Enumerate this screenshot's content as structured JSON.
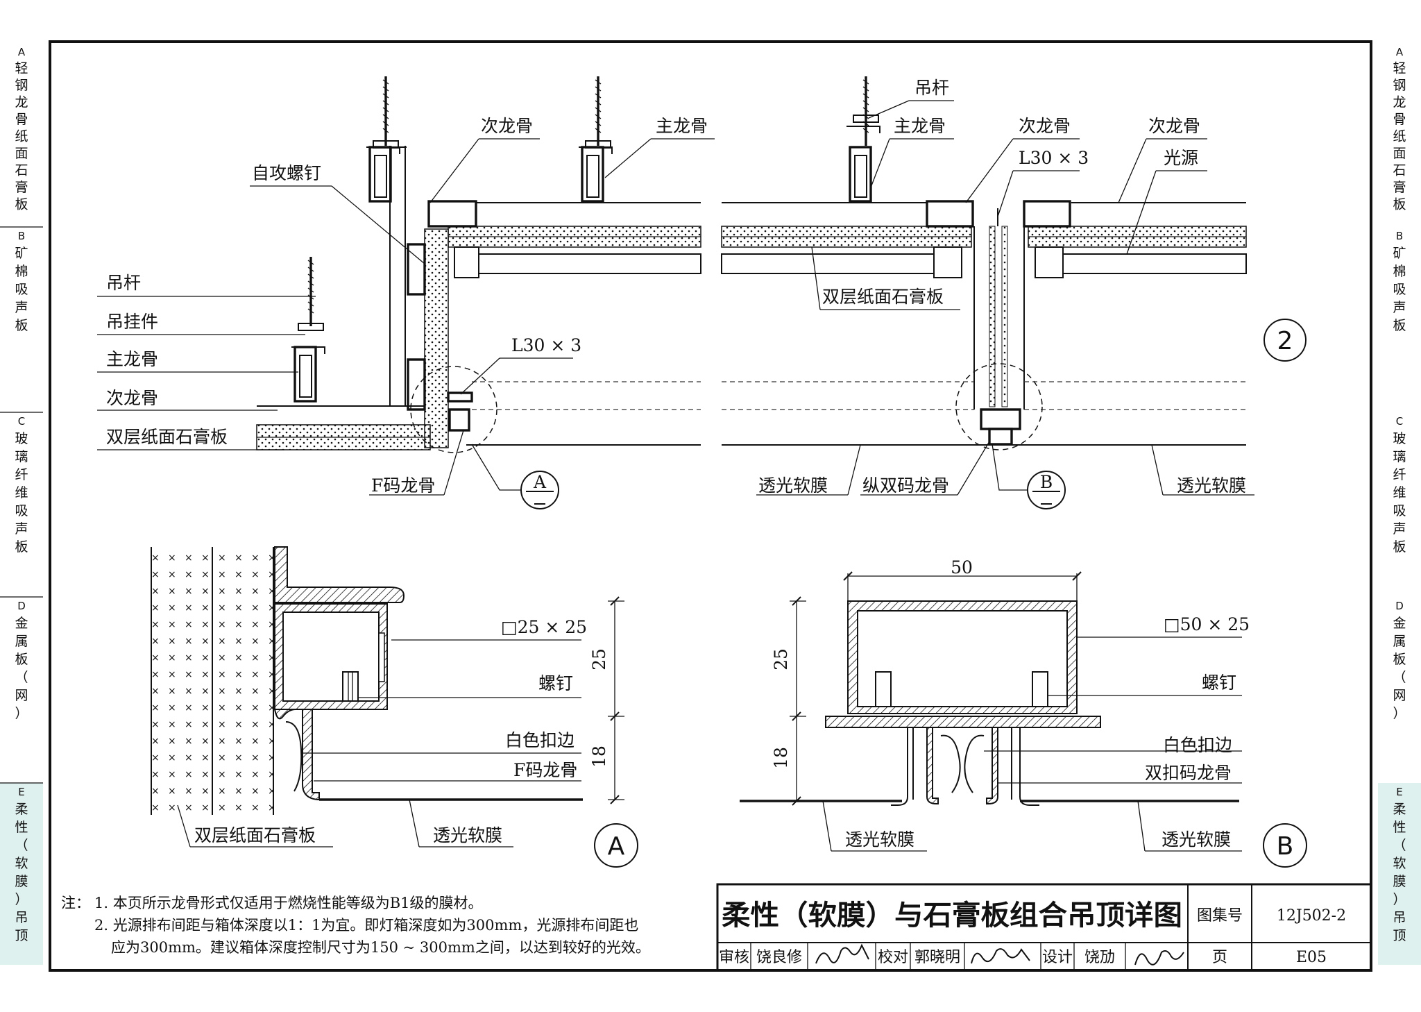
{
  "side_tabs": [
    {
      "letter": "A",
      "text": "轻钢龙骨纸面石膏板"
    },
    {
      "letter": "B",
      "text": "矿棉吸声板"
    },
    {
      "letter": "C",
      "text": "玻璃纤维吸声板"
    },
    {
      "letter": "D",
      "text": "金属板（网）"
    },
    {
      "letter": "E",
      "text": "柔性（软膜）吊顶"
    }
  ],
  "active_tab": "E",
  "colors": {
    "active_tab_bg": "#dff1ef",
    "line": "#111111"
  },
  "detail1": {
    "labels": {
      "rod": "吊杆",
      "hanger": "吊挂件",
      "main_keel_left": "主龙骨",
      "sub_keel_left": "次龙骨",
      "board_left": "双层纸面石膏板",
      "self_tap_screw": "自攻螺钉",
      "sub_keel_top": "次龙骨",
      "main_keel_top": "主龙骨",
      "angle": "L30 × 3",
      "f_keel": "F码龙骨",
      "callout": "A"
    }
  },
  "detail2": {
    "labels": {
      "rod": "吊杆",
      "main_keel": "主龙骨",
      "sub_keel_1": "次龙骨",
      "sub_keel_2": "次龙骨",
      "angle": "L30 × 3",
      "light": "光源",
      "board": "双层纸面石膏板",
      "film_left": "透光软膜",
      "double_keel": "纵双码龙骨",
      "film_right": "透光软膜",
      "callout": "B",
      "number": "2"
    }
  },
  "detailA": {
    "tube": "□25 × 25",
    "screw": "螺钉",
    "edge": "白色扣边",
    "f_keel": "F码龙骨",
    "board": "双层纸面石膏板",
    "film": "透光软膜",
    "dim_upper": "25",
    "dim_lower": "18",
    "mark": "A"
  },
  "detailB": {
    "width": "50",
    "tube": "□50 × 25",
    "screw": "螺钉",
    "edge": "白色扣边",
    "keel": "双扣码龙骨",
    "film_left": "透光软膜",
    "film_right": "透光软膜",
    "dim_upper": "25",
    "dim_lower": "18",
    "mark": "B"
  },
  "notes": {
    "prefix": "注：",
    "line1": "1. 本页所示龙骨形式仅适用于燃烧性能等级为B1级的膜材。",
    "line2": "2. 光源排布间距与箱体深度以1：1为宜。即灯箱深度如为300mm，光源排布间距也",
    "line3": "应为300mm。建议箱体深度控制尺寸为150 ~ 300mm之间，以达到较好的光效。"
  },
  "title_block": {
    "title": "柔性（软膜）与石膏板组合吊顶详图",
    "atlas_label": "图集号",
    "atlas_no": "12J502-2",
    "review_label": "审核",
    "reviewer": "饶良修",
    "check_label": "校对",
    "checker": "郭晓明",
    "design_label": "设计",
    "designer": "饶劢",
    "page_label": "页",
    "page_no": "E05"
  }
}
